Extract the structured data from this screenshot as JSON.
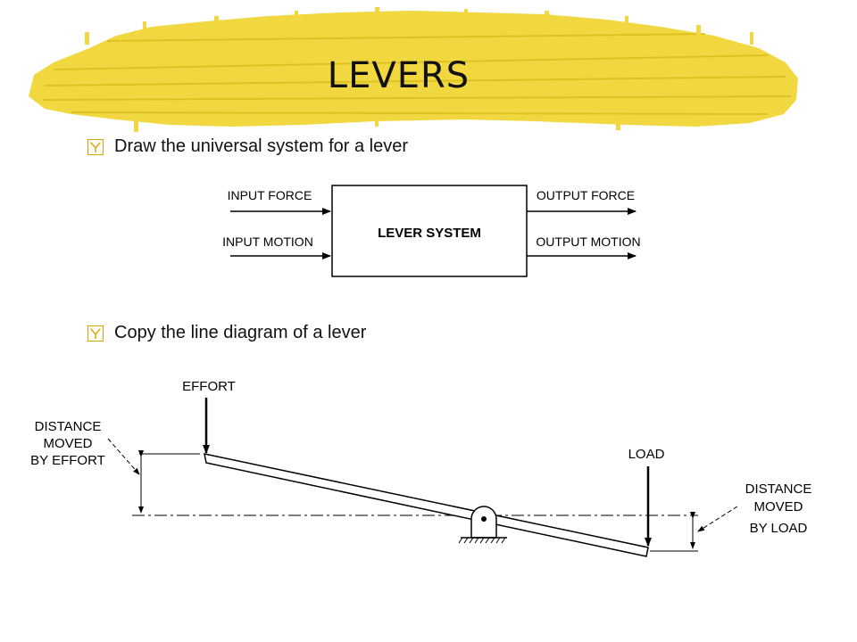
{
  "title": "LEVERS",
  "bullets": [
    {
      "text": "Draw the universal system for a lever"
    },
    {
      "text": "Copy the line diagram of a lever"
    }
  ],
  "system_diagram": {
    "input_force": "INPUT FORCE",
    "input_motion": "INPUT MOTION",
    "system": "LEVER SYSTEM",
    "output_force": "OUTPUT FORCE",
    "output_motion": "OUTPUT MOTION"
  },
  "lever_diagram": {
    "effort": "EFFORT",
    "load": "LOAD",
    "effort_distance": [
      "DISTANCE",
      "MOVED",
      "BY EFFORT"
    ],
    "load_distance": [
      "DISTANCE",
      "MOVED",
      "BY LOAD"
    ]
  },
  "colors": {
    "banner": "#f2d840",
    "banner_dark": "#d9be1a",
    "bullet_icon": "#d9a400"
  }
}
